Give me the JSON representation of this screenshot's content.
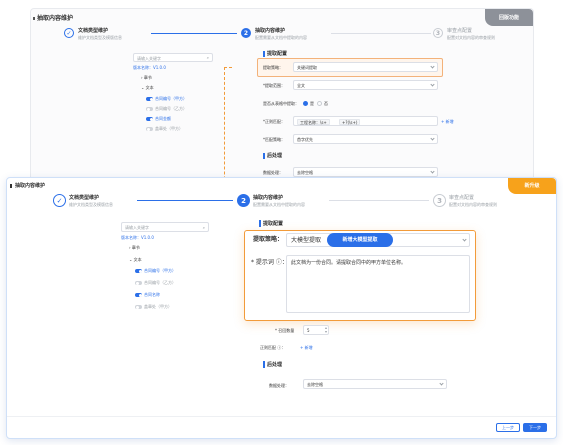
{
  "back_panel": {
    "title": "抽取内容维护",
    "badge": "回版功能",
    "steps": [
      {
        "num": "",
        "title": "文档类型维护",
        "desc": "维护文档类型及模版信息"
      },
      {
        "num": "2",
        "title": "抽取内容维护",
        "desc": "配置需要从文档中提取的内容"
      },
      {
        "num": "3",
        "title": "审查点配置",
        "desc": "配置对文档内容的审查规则"
      }
    ],
    "tree": {
      "search_placeholder": "请输入关键字",
      "version_label": "版本名称：V1.0.0",
      "items": [
        "章节",
        "文本",
        "合同编号（甲方）",
        "合同编号（乙方）",
        "合同金额",
        "盖章处（甲方）"
      ]
    },
    "form": {
      "section1": "提取配置",
      "strategy_label": "提取策略：",
      "strategy_value": "关键词提取",
      "range_label": "*提取范围：",
      "range_value": "全文",
      "table_label": "是否从表格中提取：",
      "radio_yes": "是",
      "radio_no": "否",
      "regex_label": "*正则匹配：",
      "regex_value": "工程名称：\\s+",
      "regex_value2": "+?(\\s+)",
      "add_label": "+ 新增",
      "position_label": "*匹配策略：",
      "position_value": "首字优先",
      "section2": "后处理",
      "post_label": "数据处理：",
      "post_value": "去除空格"
    }
  },
  "front_panel": {
    "title": "抽取内容维护",
    "badge": "新升级",
    "steps": [
      {
        "num": "",
        "title": "文档类型维护",
        "desc": "维护文档类型及模版信息"
      },
      {
        "num": "2",
        "title": "抽取内容维护",
        "desc": "配置需要从文档中提取的内容"
      },
      {
        "num": "3",
        "title": "审查点配置",
        "desc": "配置对文档内容的审查规则"
      }
    ],
    "tree": {
      "search_placeholder": "请输入关键字",
      "version_label": "版本名称：V1.0.0",
      "items": [
        "章节",
        "文本",
        "合同编号（甲方）",
        "合同编号（乙方）",
        "合同名称",
        "盖章处（甲方）"
      ]
    },
    "form": {
      "section1": "提取配置",
      "strategy_label": "提取策略：",
      "strategy_value": "大模型提取",
      "strategy_tag": "新增大模型提取",
      "prompt_label": "* 提示词 ⓘ：",
      "prompt_value": "此文档为一份合同。请提取合同中的甲方单位名称。",
      "count_label": "* 召回数量",
      "count_value": "5",
      "regex_label": "正则匹配 ⓘ：",
      "add_label": "+ 新增",
      "section2": "后处理",
      "post_label": "数据处理：",
      "post_value": "去除空格"
    },
    "buttons": {
      "prev": "上一步",
      "next": "下一步"
    }
  },
  "colors": {
    "accent": "#2b6fe8",
    "badge_grey": "#8d9199",
    "badge_orange": "#f7a21b",
    "highlight": "#f29b3a"
  }
}
